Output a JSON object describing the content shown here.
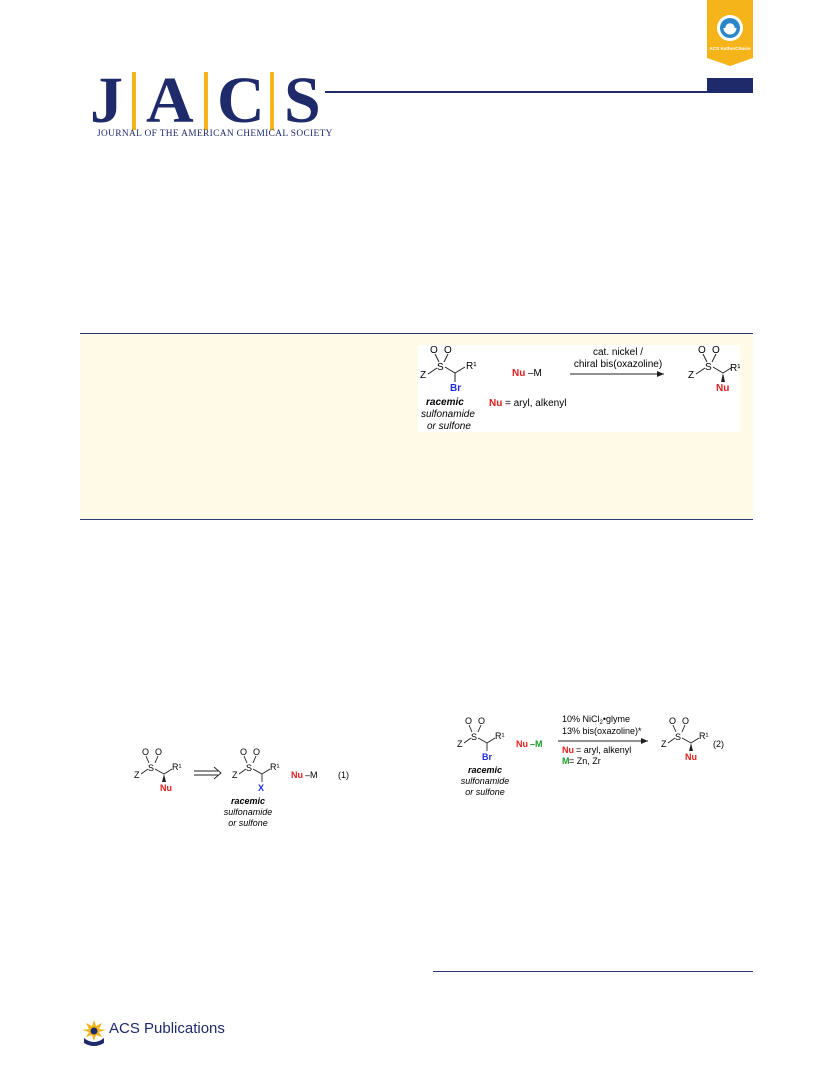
{
  "journal": {
    "letters": [
      "J",
      "A",
      "C",
      "S"
    ],
    "full_name": "JOURNAL OF THE AMERICAN CHEMICAL SOCIETY",
    "badge_text": "ACS AuthorChoice"
  },
  "toc_graphic": {
    "reactant_o1": "O",
    "reactant_o2": "O",
    "reactant_s": "S",
    "reactant_z": "Z",
    "reactant_r": "R¹",
    "reactant_br": "Br",
    "nucleophile_nu": "Nu",
    "nucleophile_m": "–M",
    "conditions_line1": "cat. nickel /",
    "conditions_line2": "chiral bis(oxazoline)",
    "product_o1": "O",
    "product_o2": "O",
    "product_s": "S",
    "product_z": "Z",
    "product_r": "R¹",
    "product_nu": "Nu",
    "label_racemic": "racemic",
    "label_sulfonamide": "sulfonamide",
    "label_sulfone": "or sulfone",
    "nu_def_nu": "Nu",
    "nu_def_rest": " = aryl, alkenyl"
  },
  "equation1": {
    "left_o1": "O",
    "left_o2": "O",
    "left_s": "S",
    "left_z": "Z",
    "left_r": "R¹",
    "left_nu": "Nu",
    "right_o1": "O",
    "right_o2": "O",
    "right_s": "S",
    "right_z": "Z",
    "right_r": "R¹",
    "right_x": "X",
    "nucleophile_nu": "Nu",
    "nucleophile_m": "–M",
    "number": "(1)",
    "label_racemic": "racemic",
    "label_sulfonamide": "sulfonamide",
    "label_sulfone": "or sulfone"
  },
  "equation2": {
    "left_o1": "O",
    "left_o2": "O",
    "left_s": "S",
    "left_z": "Z",
    "left_r": "R¹",
    "left_br": "Br",
    "nucleophile_nu": "Nu",
    "nucleophile_m": "–M",
    "cond1_pre": "10% NiCl",
    "cond1_sub": "2",
    "cond1_post": "•glyme",
    "cond2": "13% bis(oxazoline)*",
    "def_nu": "Nu",
    "def_nu_rest": " = aryl, alkenyl",
    "def_m": "M",
    "def_m_rest": " = Zn, Zr",
    "right_o1": "O",
    "right_o2": "O",
    "right_s": "S",
    "right_z": "Z",
    "right_r": "R¹",
    "right_nu": "Nu",
    "number": "(2)",
    "label_racemic": "racemic",
    "label_sulfonamide": "sulfonamide",
    "label_sulfone": "or sulfone"
  },
  "footer": {
    "publisher": "ACS Publications"
  },
  "colors": {
    "navy": "#1f2a6b",
    "gold": "#f5b41a",
    "nucleophile_red": "#e01b1b",
    "leaving_group_blue": "#1f2bd6",
    "metal_green": "#1e9a2a",
    "abstract_bg": "#fffbe6"
  }
}
